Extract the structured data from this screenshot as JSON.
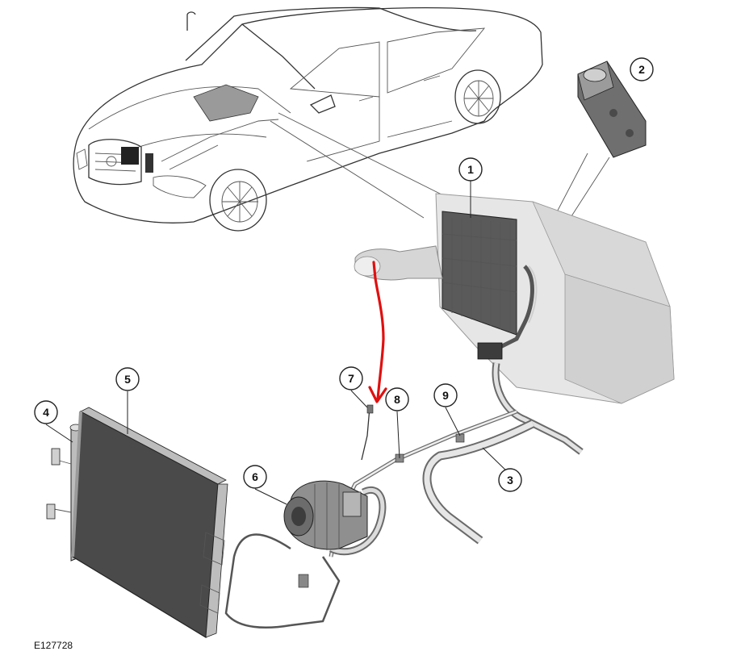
{
  "figure_id": "E127728",
  "callouts": [
    {
      "num": "1"
    },
    {
      "num": "2"
    },
    {
      "num": "3"
    },
    {
      "num": "4"
    },
    {
      "num": "5"
    },
    {
      "num": "6"
    },
    {
      "num": "7"
    },
    {
      "num": "8"
    },
    {
      "num": "9"
    }
  ],
  "colors": {
    "line": "#333333",
    "highlight_arrow": "#e01010",
    "condenser_core": "#4a4a4a",
    "component_grey": "#bdbdbd"
  }
}
